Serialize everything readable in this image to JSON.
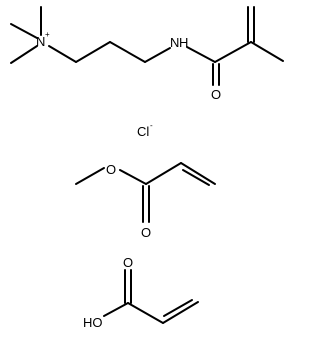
{
  "molecules": [
    {
      "id": "cation",
      "atoms": {
        "nitrogen_cation": "N",
        "charge_plus": "+",
        "amide_nitrogen": "N",
        "amide_hydrogen": "H",
        "amide_oxygen": "O"
      }
    },
    {
      "id": "counterion",
      "atoms": {
        "chlorine": "Cl",
        "charge_minus": "-"
      }
    },
    {
      "id": "methyl_acrylate",
      "atoms": {
        "ester_oxygen": "O",
        "carbonyl_oxygen": "O"
      }
    },
    {
      "id": "acrylic_acid",
      "atoms": {
        "hydroxyl": "HO",
        "carbonyl_oxygen": "O"
      }
    }
  ],
  "colors": {
    "bond": "#000000",
    "label": "#000000",
    "background": "#ffffff"
  }
}
